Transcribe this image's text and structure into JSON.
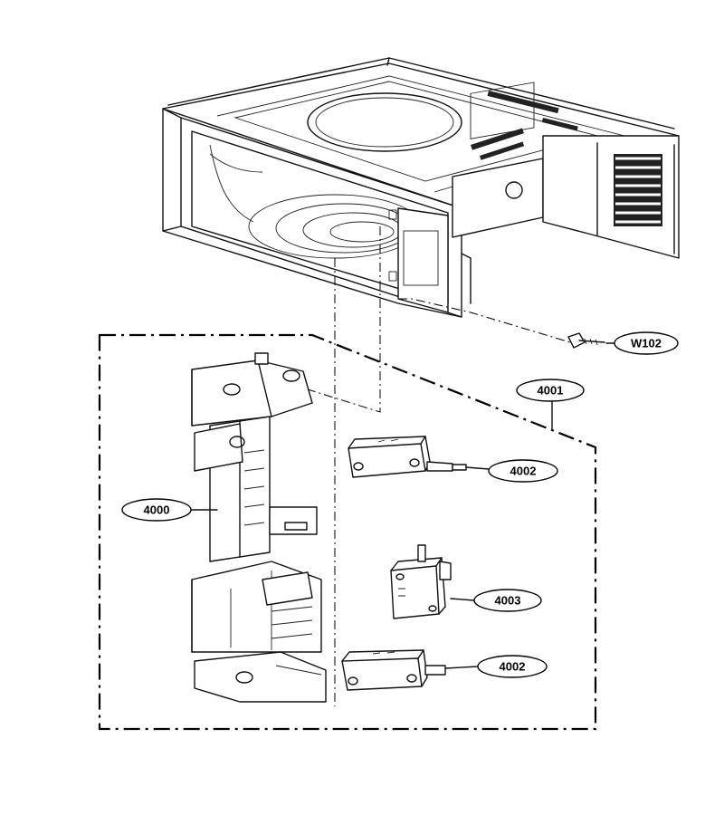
{
  "callouts": {
    "w102": "W102",
    "c4001": "4001",
    "c4002_top": "4002",
    "c4000": "4000",
    "c4003": "4003",
    "c4002_bottom": "4002"
  }
}
